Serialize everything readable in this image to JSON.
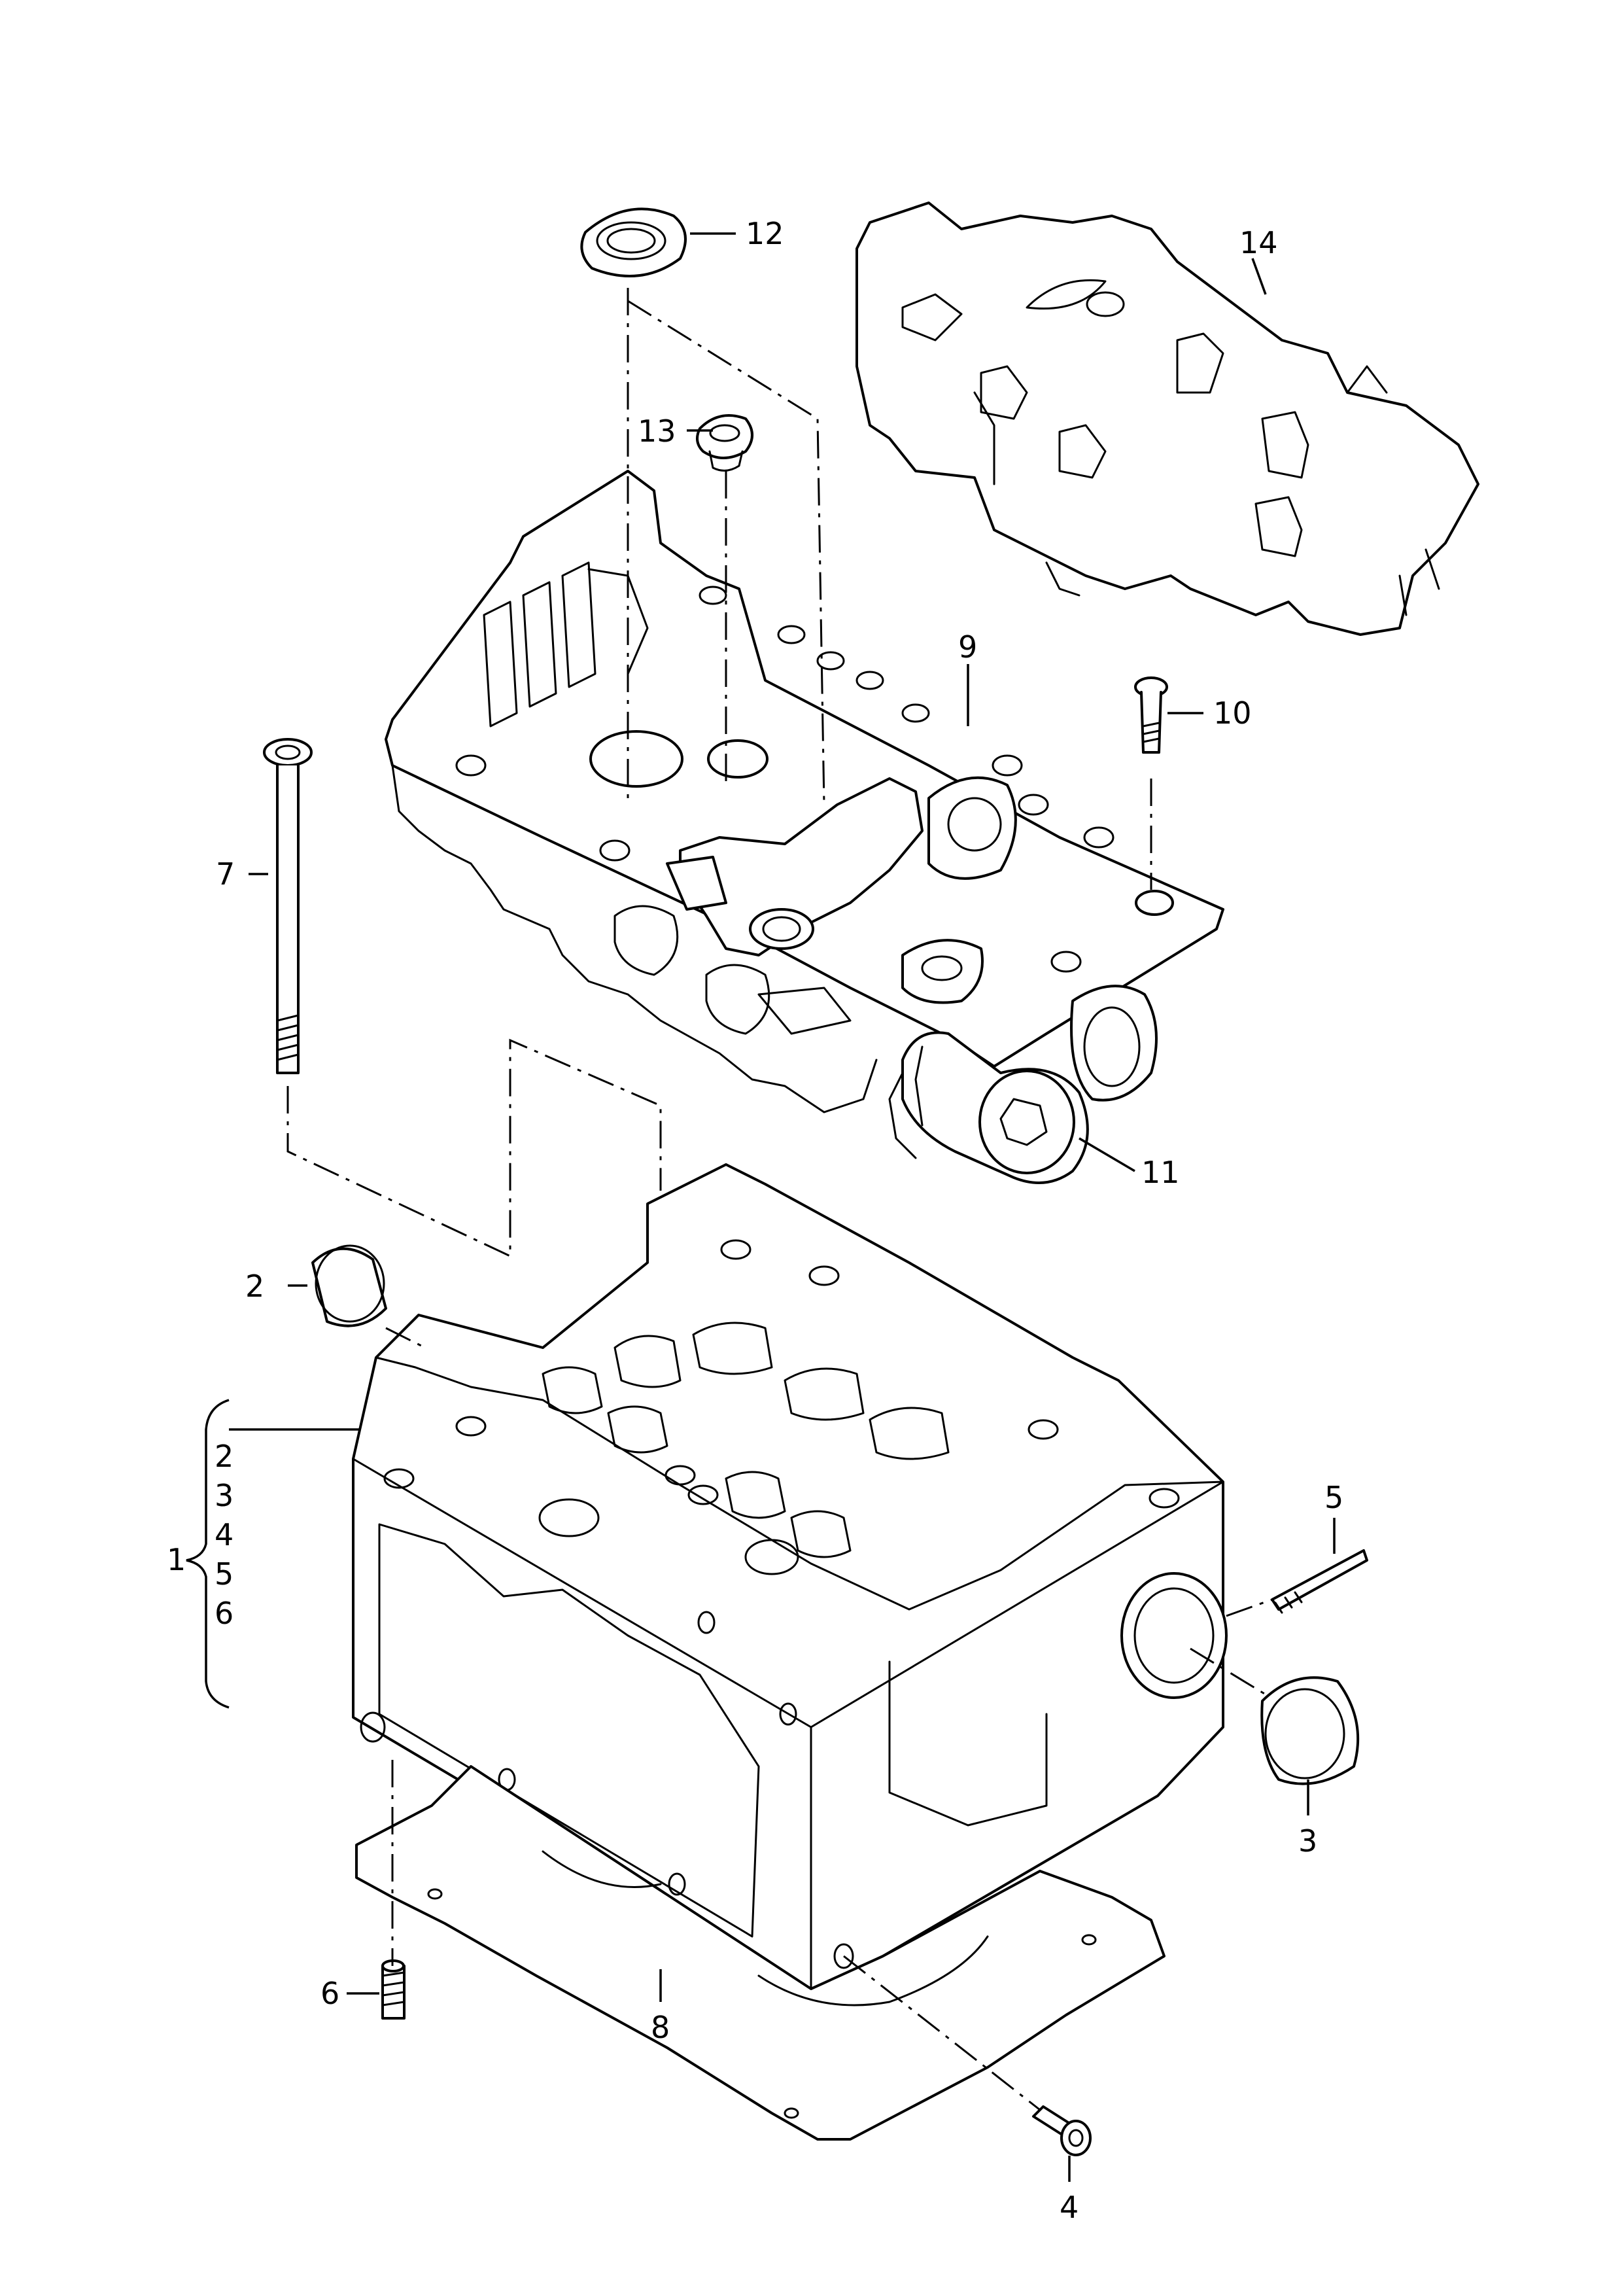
{
  "callouts": [
    {
      "id": "c1",
      "label": "1"
    },
    {
      "id": "c2",
      "label": "2"
    },
    {
      "id": "c3",
      "label": "3"
    },
    {
      "id": "c4",
      "label": "4"
    },
    {
      "id": "c5",
      "label": "5"
    },
    {
      "id": "c6",
      "label": "6"
    },
    {
      "id": "c7",
      "label": "7"
    },
    {
      "id": "c8",
      "label": "8"
    },
    {
      "id": "c9",
      "label": "9"
    },
    {
      "id": "c10",
      "label": "10"
    },
    {
      "id": "c11",
      "label": "11"
    },
    {
      "id": "c12",
      "label": "12"
    },
    {
      "id": "c13",
      "label": "13"
    },
    {
      "id": "c14",
      "label": "14"
    }
  ],
  "bracket_group": {
    "main_label": "1",
    "items": [
      "2",
      "3",
      "4",
      "5",
      "6"
    ]
  }
}
